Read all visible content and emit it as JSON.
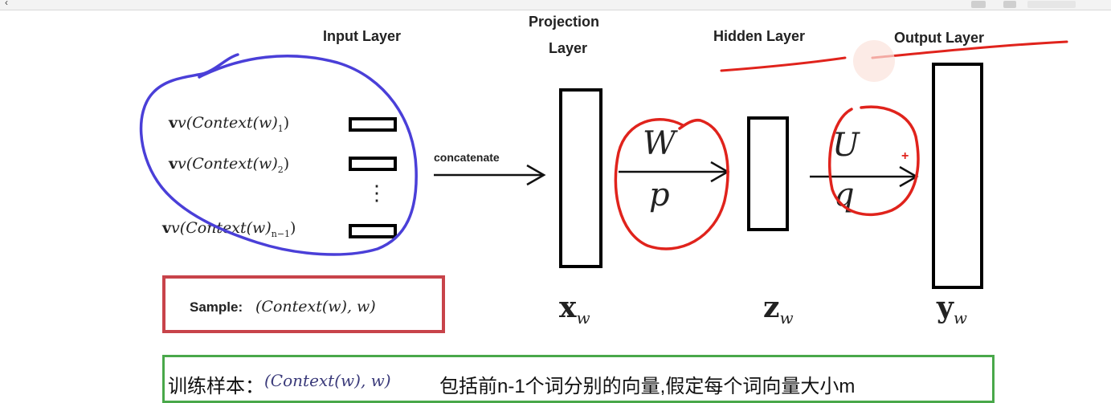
{
  "labels": {
    "input_layer": "Input  Layer",
    "projection_layer_l1": "Projection",
    "projection_layer_l2": "Layer",
    "hidden_layer": "Hidden Layer",
    "output_layer": "Output Layer",
    "concatenate": "concatenate"
  },
  "inputs": {
    "v1": "v(Context(w)",
    "sub1": "1",
    "v2": "v(Context(w)",
    "sub2": "2",
    "vn": "v(Context(w)",
    "subn": "n−1",
    "close": ")",
    "vdots": "⋮"
  },
  "weights": {
    "W": "W",
    "p": "p",
    "U": "U",
    "q": "q"
  },
  "vectors": {
    "x": "x",
    "x_sub": "w",
    "z": "z",
    "z_sub": "w",
    "y": "y",
    "y_sub": "w"
  },
  "sample": {
    "lead": "Sample:",
    "expr": "(Context(w), w)"
  },
  "note": {
    "prefix": "训练样本：",
    "expr": "(Context(w), w)",
    "text": "包括前n-1个词分别的向量,假定每个词向量大小m"
  },
  "annotations": {
    "plus": "+"
  },
  "colors": {
    "pen_blue": "#4a3fd8",
    "pen_red": "#e0231c",
    "sample_border": "#c8434a",
    "note_border": "#49a84a"
  }
}
